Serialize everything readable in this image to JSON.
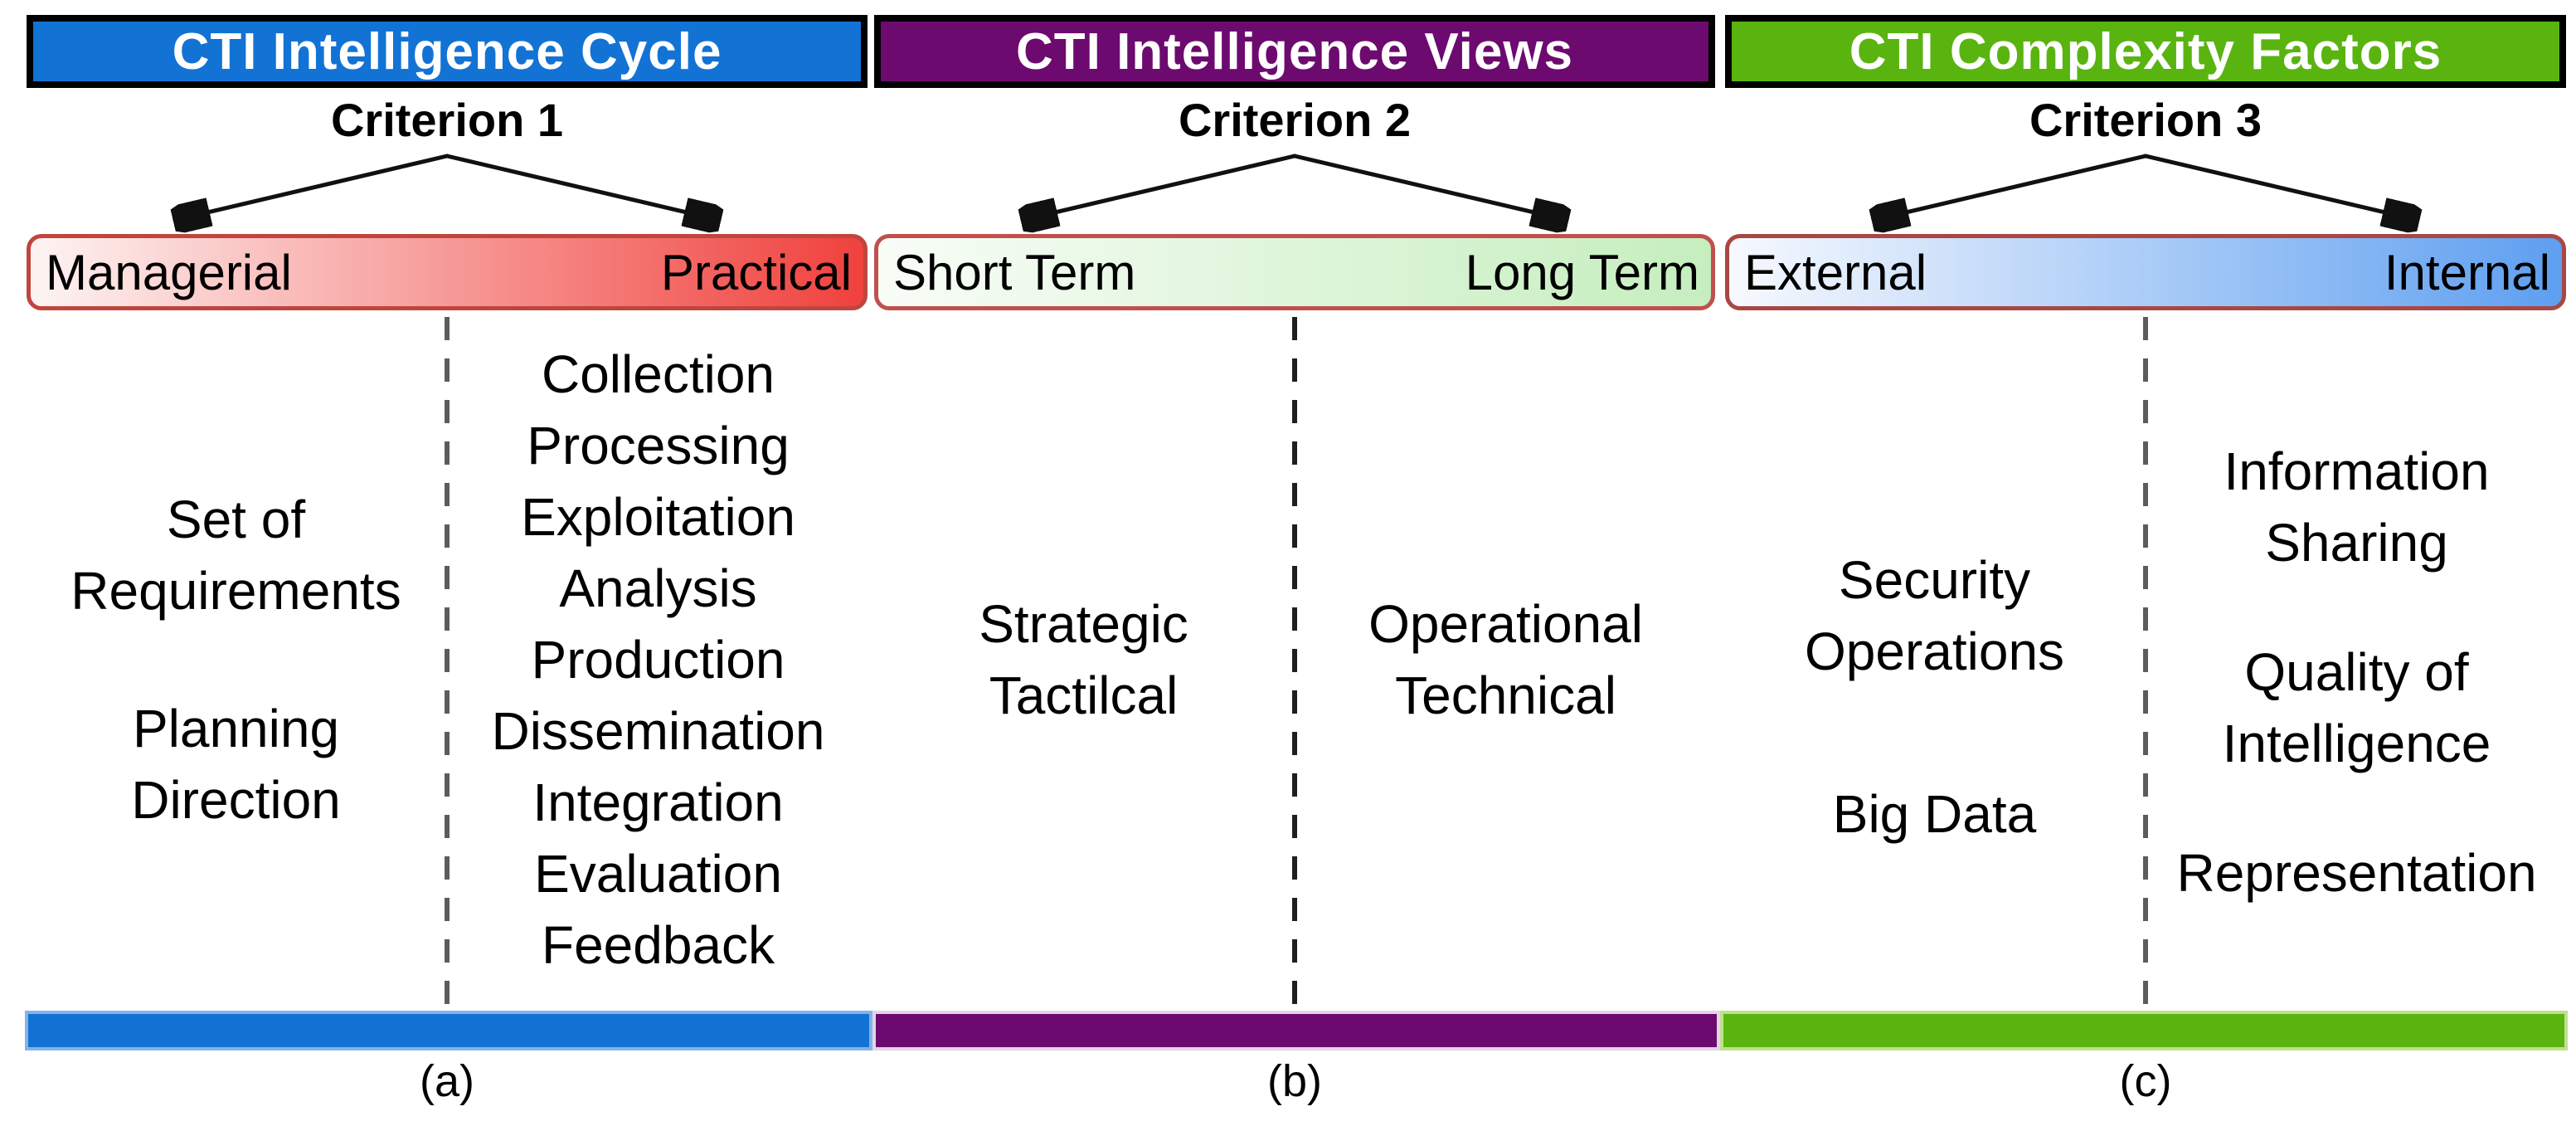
{
  "columns": [
    {
      "header": {
        "label": "CTI Intelligence Cycle",
        "bg": "#1273d4"
      },
      "criterion_label": "Criterion 1",
      "spectrum": {
        "left": "Managerial",
        "right": "Practical"
      },
      "colors": {
        "grad_start": "#fdf4f3",
        "grad_end": "#f0413d",
        "bar_border": "#c0453d",
        "footer_bg": "#1273d4",
        "footer_border": "#85b3e8"
      },
      "left_groups": [
        [
          "Set of",
          "Requirements"
        ],
        [
          "Planning",
          "Direction"
        ]
      ],
      "right_groups": [
        [
          "Collection",
          "Processing",
          "Exploitation",
          "Analysis",
          "Production",
          "Dissemination",
          "Integration",
          "Evaluation",
          "Feedback"
        ]
      ],
      "caption": "(a)"
    },
    {
      "header": {
        "label": "CTI Intelligence Views",
        "bg": "#6d0a70"
      },
      "criterion_label": "Criterion 2",
      "spectrum": {
        "left": "Short Term",
        "right": "Long Term"
      },
      "colors": {
        "grad_start": "#f8fdf7",
        "grad_end": "#c5eebe",
        "bar_border": "#c0504d",
        "footer_bg": "#6d0a70",
        "footer_border": "#e3d5e6"
      },
      "left_groups": [
        [
          "Strategic",
          "Tactilcal"
        ]
      ],
      "right_groups": [
        [
          "Operational",
          "Technical"
        ]
      ],
      "caption": "(b)"
    },
    {
      "header": {
        "label": "CTI Complexity Factors",
        "bg": "#59b410"
      },
      "criterion_label": "Criterion 3",
      "spectrum": {
        "left": "External",
        "right": "Internal"
      },
      "colors": {
        "grad_start": "#f7f9fe",
        "grad_end": "#5e9ff0",
        "bar_border": "#a94742",
        "footer_bg": "#59b410",
        "footer_border": "#bfe08d"
      },
      "left_groups": [
        [
          "Security",
          "Operations"
        ],
        [
          "Big Data"
        ]
      ],
      "right_groups": [
        [
          "Information",
          "Sharing"
        ],
        [
          "Quality of",
          "Intelligence"
        ],
        [
          "Representation"
        ]
      ],
      "caption": "(c)"
    }
  ]
}
